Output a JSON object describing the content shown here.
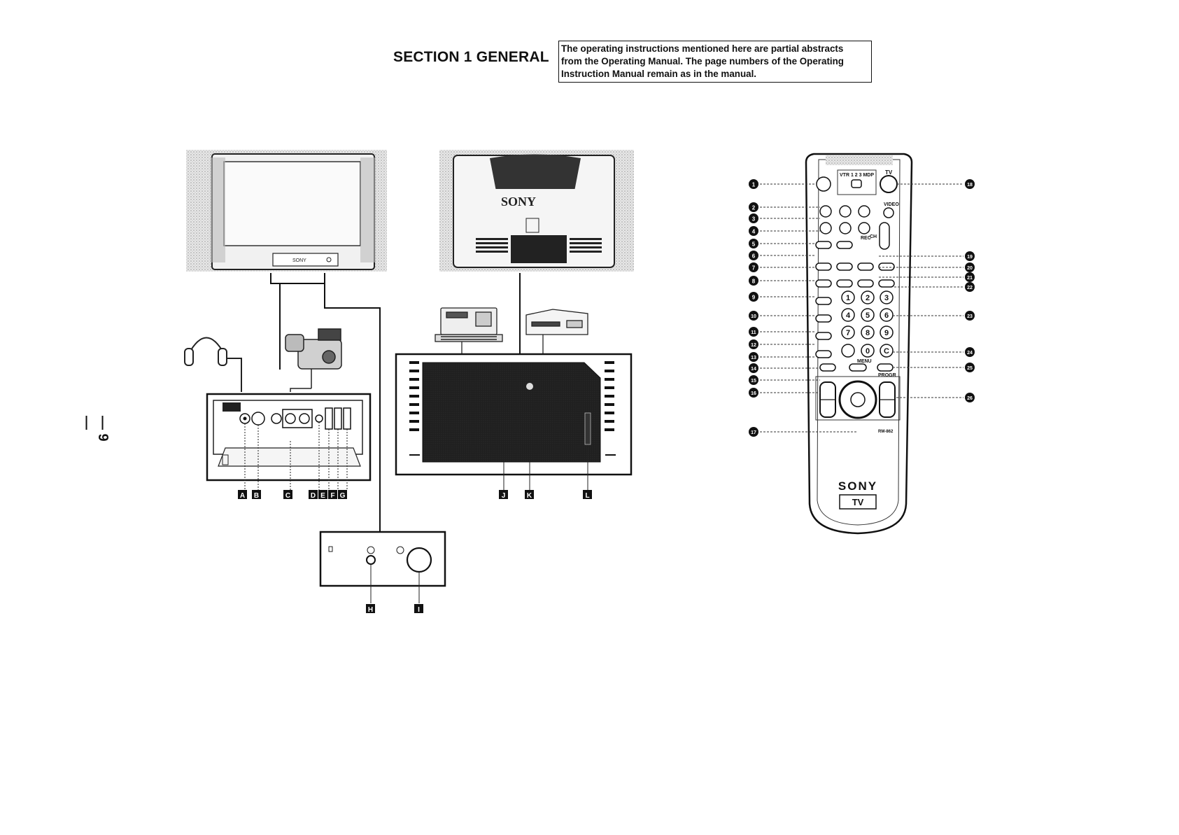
{
  "header": {
    "section_title": "SECTION 1 GENERAL",
    "notice_lines": [
      "The operating instructions mentioned here are partial abstracts",
      "from the Operating Manual. The page numbers of the Operating",
      "Instruction Manual remain as in the manual."
    ]
  },
  "page_number": "— 9 —",
  "tv_diagram": {
    "front_logo": "SONY",
    "rear_logo": "SONY",
    "panel_labels": [
      "A",
      "B",
      "C",
      "D",
      "E",
      "F",
      "G"
    ],
    "power_labels": [
      "H",
      "I"
    ],
    "rear_labels": [
      "J",
      "K",
      "L"
    ]
  },
  "remote": {
    "brand": "SONY",
    "model_badge": "TV",
    "model_number": "RM-862",
    "top_labels": [
      "VTR 1 2 3 MDP",
      "TV",
      "VIDEO",
      "MENU",
      "PROGR",
      "REC",
      "CH"
    ],
    "keypad": [
      "1",
      "2",
      "3",
      "4",
      "5",
      "6",
      "7",
      "8",
      "9",
      "0",
      "C"
    ],
    "callouts_left": [
      "1",
      "2",
      "3",
      "4",
      "5",
      "6",
      "7",
      "8",
      "9",
      "10",
      "11",
      "12",
      "13",
      "14",
      "15",
      "16",
      "17"
    ],
    "callouts_right": [
      "18",
      "19",
      "20",
      "21",
      "22",
      "23",
      "24",
      "25",
      "26"
    ]
  }
}
